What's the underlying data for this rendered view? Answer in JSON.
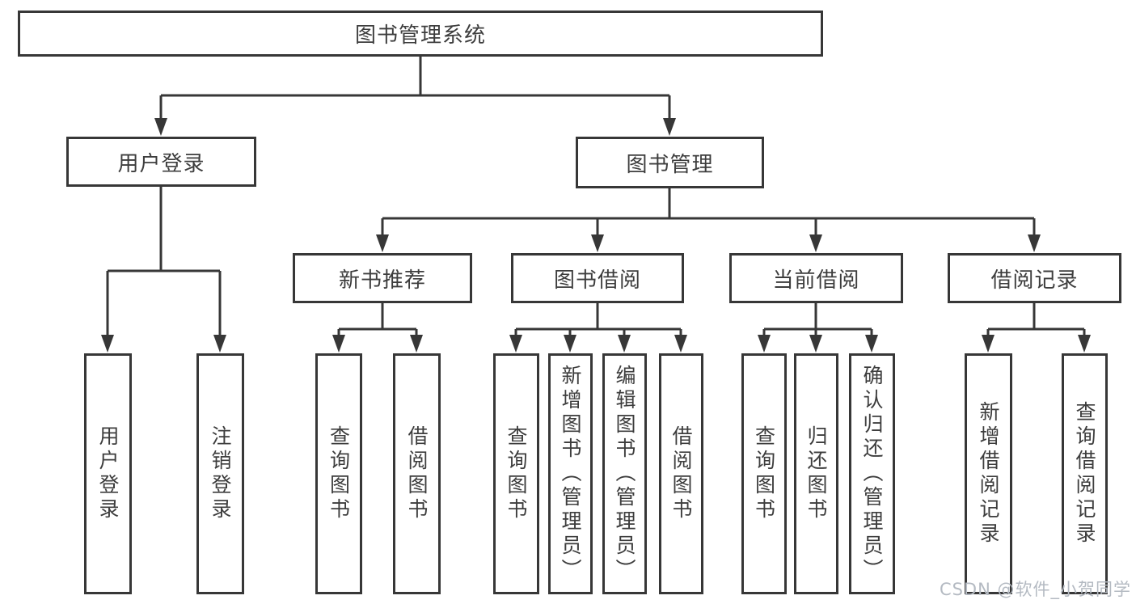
{
  "diagram": {
    "type": "hierarchy-tree",
    "title": "图书管理系统",
    "watermark": "CSDN @软件_小贺同学",
    "colors": {
      "background": "#ffffff",
      "line": "#373737",
      "box_border": "#373737",
      "text": "#3d3d3d",
      "watermark": "#b4bac2"
    },
    "nodes": {
      "root": {
        "label": "图书管理系统"
      },
      "user_login": {
        "label": "用户登录"
      },
      "book_mgmt": {
        "label": "图书管理"
      },
      "new_book_rec": {
        "label": "新书推荐"
      },
      "book_borrow": {
        "label": "图书借阅"
      },
      "current_borrow": {
        "label": "当前借阅"
      },
      "borrow_record": {
        "label": "借阅记录"
      },
      "leaf_user_login": {
        "label": "用户登录"
      },
      "leaf_logout": {
        "label": "注销登录"
      },
      "leaf_query_book_1": {
        "label": "查询图书"
      },
      "leaf_borrow_book_1": {
        "label": "借阅图书"
      },
      "leaf_query_book_2": {
        "label": "查询图书"
      },
      "leaf_add_book": {
        "label": "新增图书（管理员）"
      },
      "leaf_edit_book": {
        "label": "编辑图书（管理员）"
      },
      "leaf_borrow_book_2": {
        "label": "借阅图书"
      },
      "leaf_query_book_3": {
        "label": "查询图书"
      },
      "leaf_return_book": {
        "label": "归还图书"
      },
      "leaf_confirm_return": {
        "label": "确认归还（管理员）"
      },
      "leaf_add_borrow_record": {
        "label": "新增借阅记录"
      },
      "leaf_query_borrow_record": {
        "label": "查询借阅记录"
      }
    },
    "edges": [
      {
        "from": "root",
        "to": [
          "user_login",
          "book_mgmt"
        ]
      },
      {
        "from": "user_login",
        "to": [
          "leaf_user_login",
          "leaf_logout"
        ]
      },
      {
        "from": "book_mgmt",
        "to": [
          "new_book_rec",
          "book_borrow",
          "current_borrow",
          "borrow_record"
        ]
      },
      {
        "from": "new_book_rec",
        "to": [
          "leaf_query_book_1",
          "leaf_borrow_book_1"
        ]
      },
      {
        "from": "book_borrow",
        "to": [
          "leaf_query_book_2",
          "leaf_add_book",
          "leaf_edit_book",
          "leaf_borrow_book_2"
        ]
      },
      {
        "from": "current_borrow",
        "to": [
          "leaf_query_book_3",
          "leaf_return_book",
          "leaf_confirm_return"
        ]
      },
      {
        "from": "borrow_record",
        "to": [
          "leaf_add_borrow_record",
          "leaf_query_borrow_record"
        ]
      }
    ]
  }
}
